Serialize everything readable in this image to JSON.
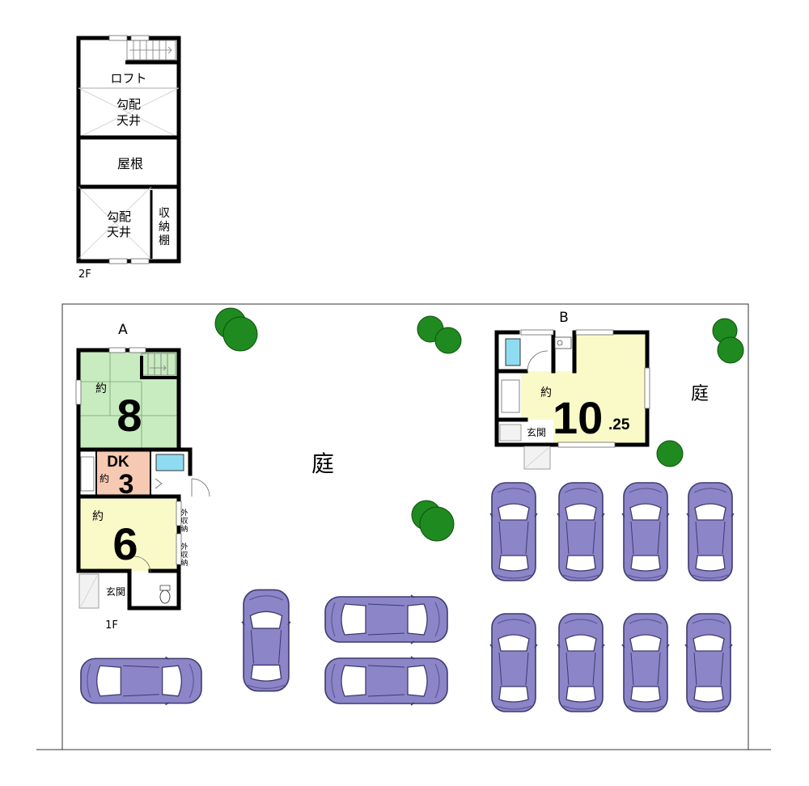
{
  "plan": {
    "floor2": {
      "label": "2F",
      "loft": "ロフト",
      "ceiling_upper_1": "勾配",
      "ceiling_upper_2": "天井",
      "roof": "屋根",
      "ceiling_lower_1": "勾配",
      "ceiling_lower_2": "天井",
      "shelf_1": "収",
      "shelf_2": "納",
      "shelf_3": "棚"
    },
    "house_a": {
      "label": "A",
      "floor_label": "1F",
      "room_upper": {
        "prefix": "約",
        "size": "8"
      },
      "room_dk": {
        "name": "DK",
        "prefix": "約",
        "size": "3"
      },
      "room_lower": {
        "prefix": "約",
        "size": "6"
      },
      "storage_1": {
        "c1": "外",
        "c2": "収",
        "c3": "納"
      },
      "storage_2": {
        "c1": "外",
        "c2": "収",
        "c3": "納"
      },
      "entrance": "玄関"
    },
    "house_b": {
      "label": "B",
      "room": {
        "prefix": "約",
        "size_int": "10",
        "size_dec": ".25"
      },
      "entrance": "玄関"
    },
    "garden_left": "庭",
    "garden_right": "庭",
    "colors": {
      "tatami": "#c8ecc0",
      "room_yellow": "#fafac8",
      "dk_pink": "#f6c9b2",
      "car": "#8c85c8",
      "tree": "#1f8a1f",
      "bath": "#8fdcf2"
    }
  }
}
